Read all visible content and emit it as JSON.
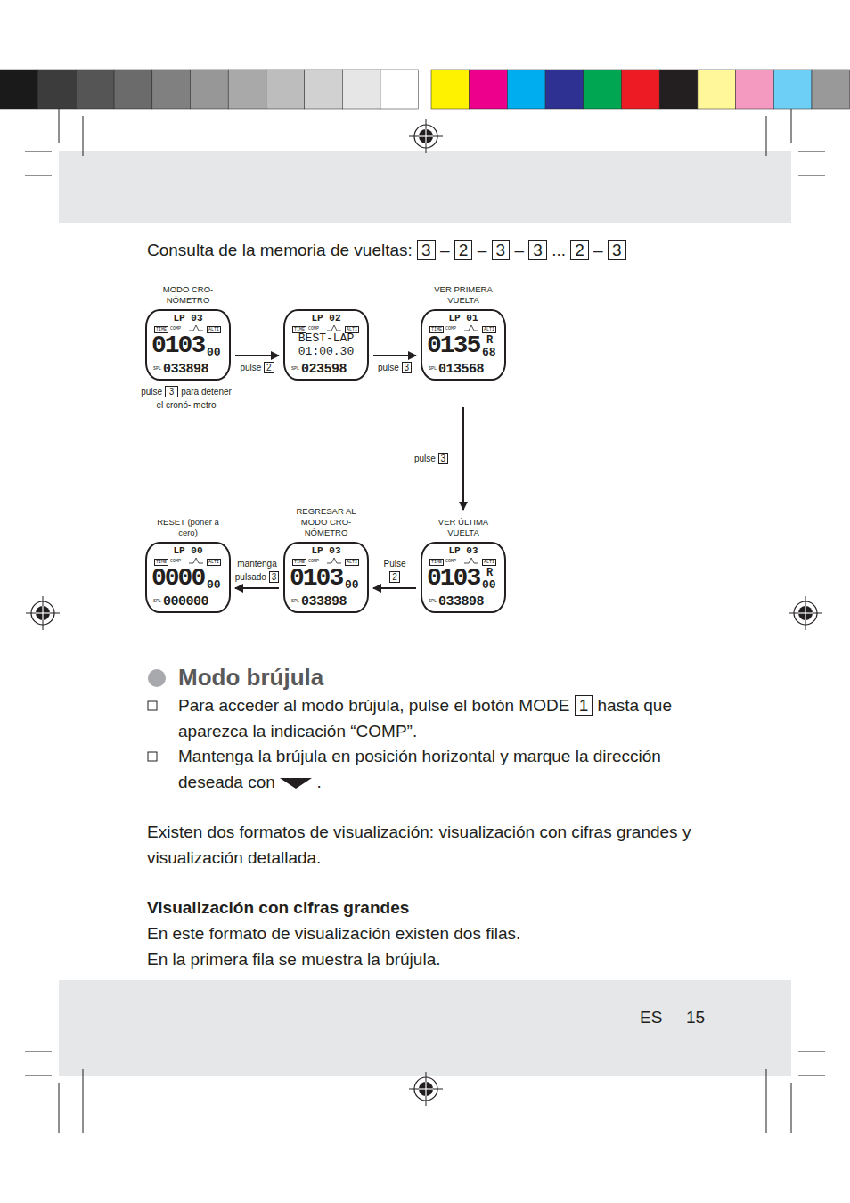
{
  "diagram": {
    "nodes": [
      {
        "text": [
          "MODO CRO- NÓMETRO",
          "LP 03",
          "TIME",
          "COMP",
          "ALTI",
          "0103",
          "00",
          "SPL",
          "033898"
        ]
      },
      {
        "text": [
          "LP 02",
          "TIME",
          "COMP",
          "ALTI",
          "BEST-LAP",
          "01:00.30",
          "SPL",
          "023598"
        ]
      },
      {
        "text": [
          "VER PRIMERA VUELTA",
          "LP 01",
          "TIME",
          "COMP",
          "ALTI",
          "0135",
          "R",
          "68",
          "SPL",
          "013568"
        ]
      },
      {
        "text": [
          "RESET (poner a cero)",
          "LP 00",
          "TIME",
          "COMP",
          "ALTI",
          "0000",
          "00",
          "SPL",
          "000000"
        ]
      },
      {
        "text": [
          "REGRESAR AL MODO CRO- NÓMETRO",
          "LP 03",
          "TIME",
          "COMP",
          "ALTI",
          "0103",
          "00",
          "SPL",
          "033898"
        ]
      },
      {
        "text": [
          "VER ÚLTIMA VUELTA",
          "LP 03",
          "TIME",
          "COMP",
          "ALTI",
          "0103",
          "R",
          "00",
          "SPL",
          "033898"
        ]
      }
    ],
    "edges": [
      {
        "from": 0,
        "to": 1,
        "arrow": "to",
        "label": "pulse"
      },
      {
        "from": 1,
        "to": 2,
        "arrow": "to",
        "label": "pulse"
      },
      {
        "from": 2,
        "to": 5,
        "arrow": "to",
        "label": "pulse"
      },
      {
        "from": 5,
        "to": 4,
        "arrow": "to",
        "label": "Pulse"
      },
      {
        "from": 4,
        "to": 3,
        "arrow": "to",
        "label": "mantenga pulsado"
      }
    ],
    "labels": [
      "Consulta de la memoria de vueltas:",
      "3",
      "–",
      "2",
      "–",
      "3",
      "–",
      "3",
      "...",
      "2",
      "–",
      "3",
      "pulse",
      "3",
      "para detener el cronó- metro",
      "2",
      "3",
      "3",
      "2",
      "3",
      "Modo brújula",
      "Para acceder al modo brújula, pulse el botón MODE",
      "1",
      "hasta que aparezca la indicación “COMP”.",
      "Mantenga la brújula en posición horizontal y marque la dirección deseada con",
      ".",
      "Existen dos formatos de visualización: visualización con cifras grandes y visualización detallada.",
      "Visualización con cifras grandes",
      "En este formato de visualización existen dos filas.",
      "En la primera fila se muestra la brújula.",
      "ES",
      "15"
    ]
  }
}
